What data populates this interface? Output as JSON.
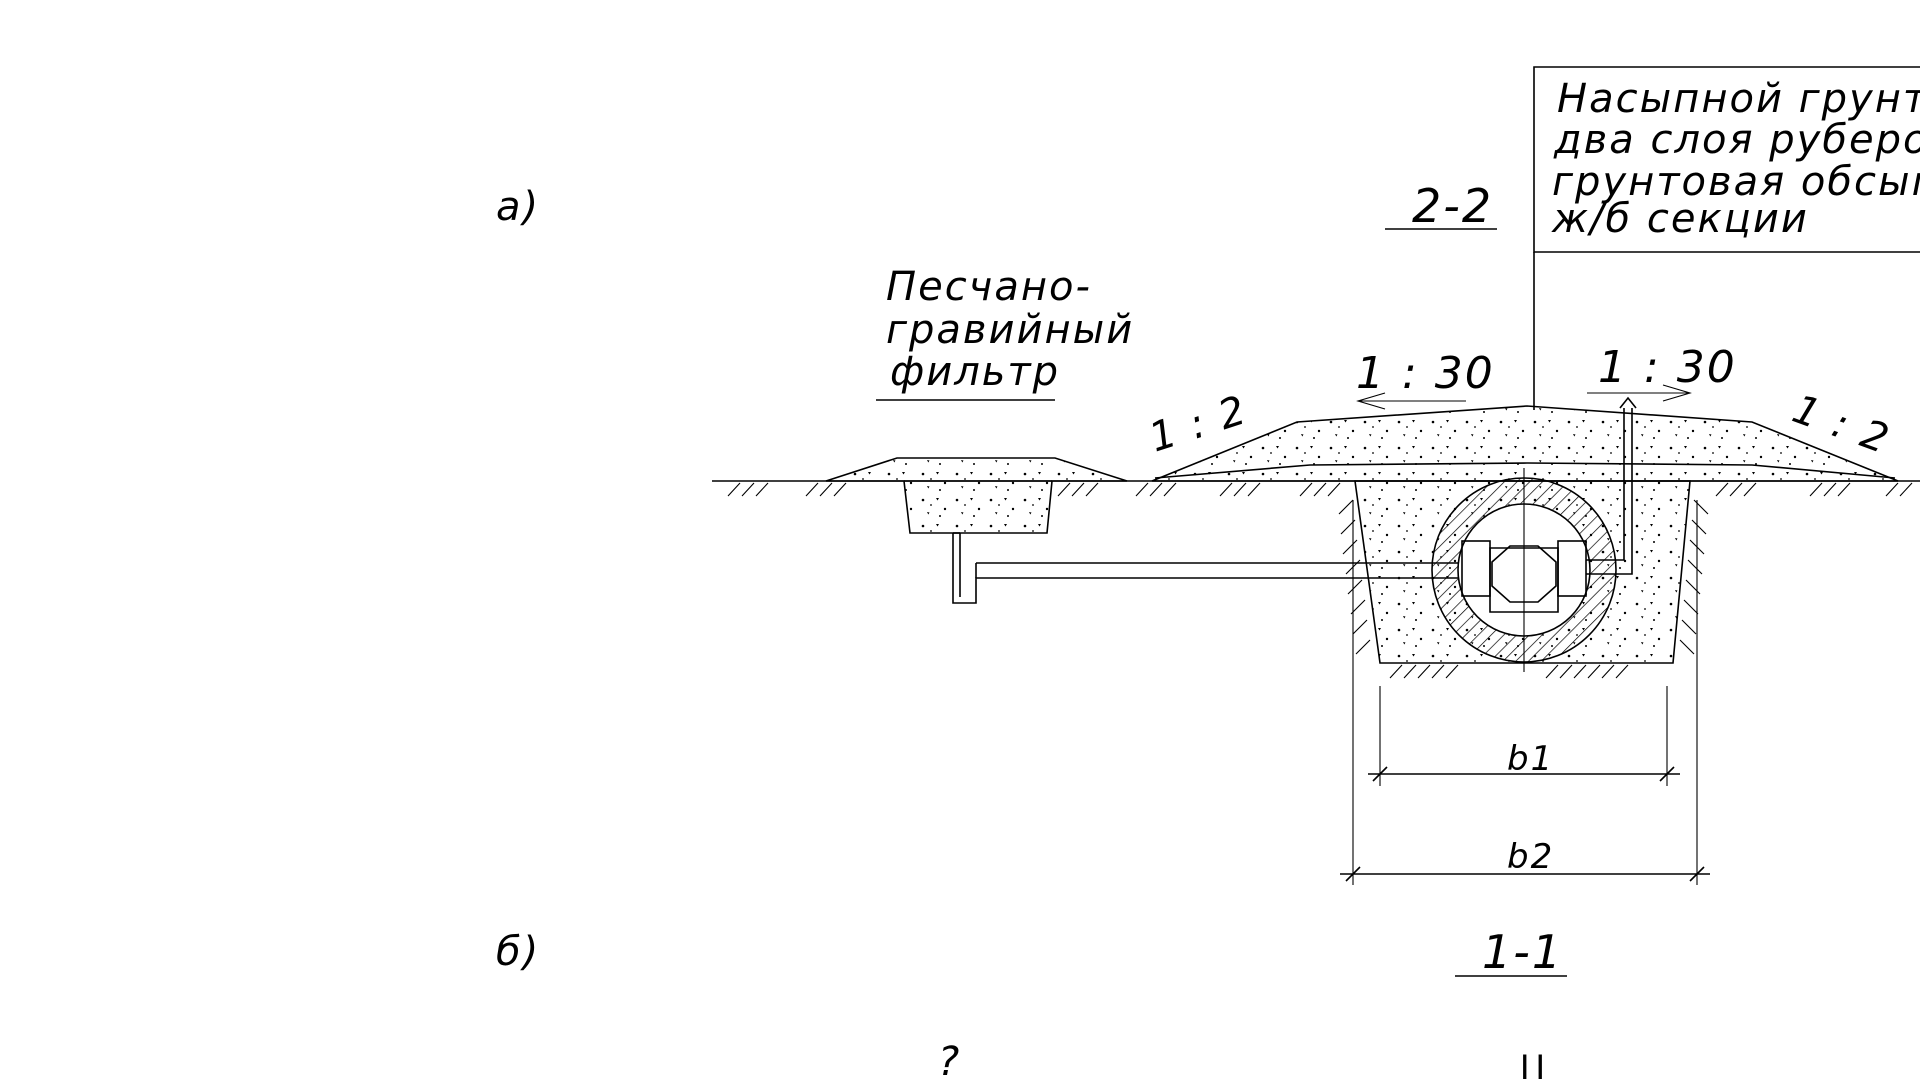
{
  "labels": {
    "variant_a": "а)",
    "variant_b": "б)",
    "section_2_2": "2-2",
    "section_1_1": "1-1",
    "filter_line1": "Песчано-",
    "filter_line2": "гравийный",
    "filter_line3": "фильтр",
    "slope_left": "1 : 2",
    "slope_right": "1 : 2",
    "grade_left": "1 : 30",
    "grade_right": "1 : 30",
    "dim_b1": "b1",
    "dim_b2": "b2",
    "bottom_mark_left": "?",
    "bottom_mark_right": "||"
  },
  "legend": {
    "line1": "Насыпной грунт,",
    "line2": "два слоя рубероида",
    "line3": "грунтовая обсыпка",
    "line4": "ж/б секции"
  }
}
